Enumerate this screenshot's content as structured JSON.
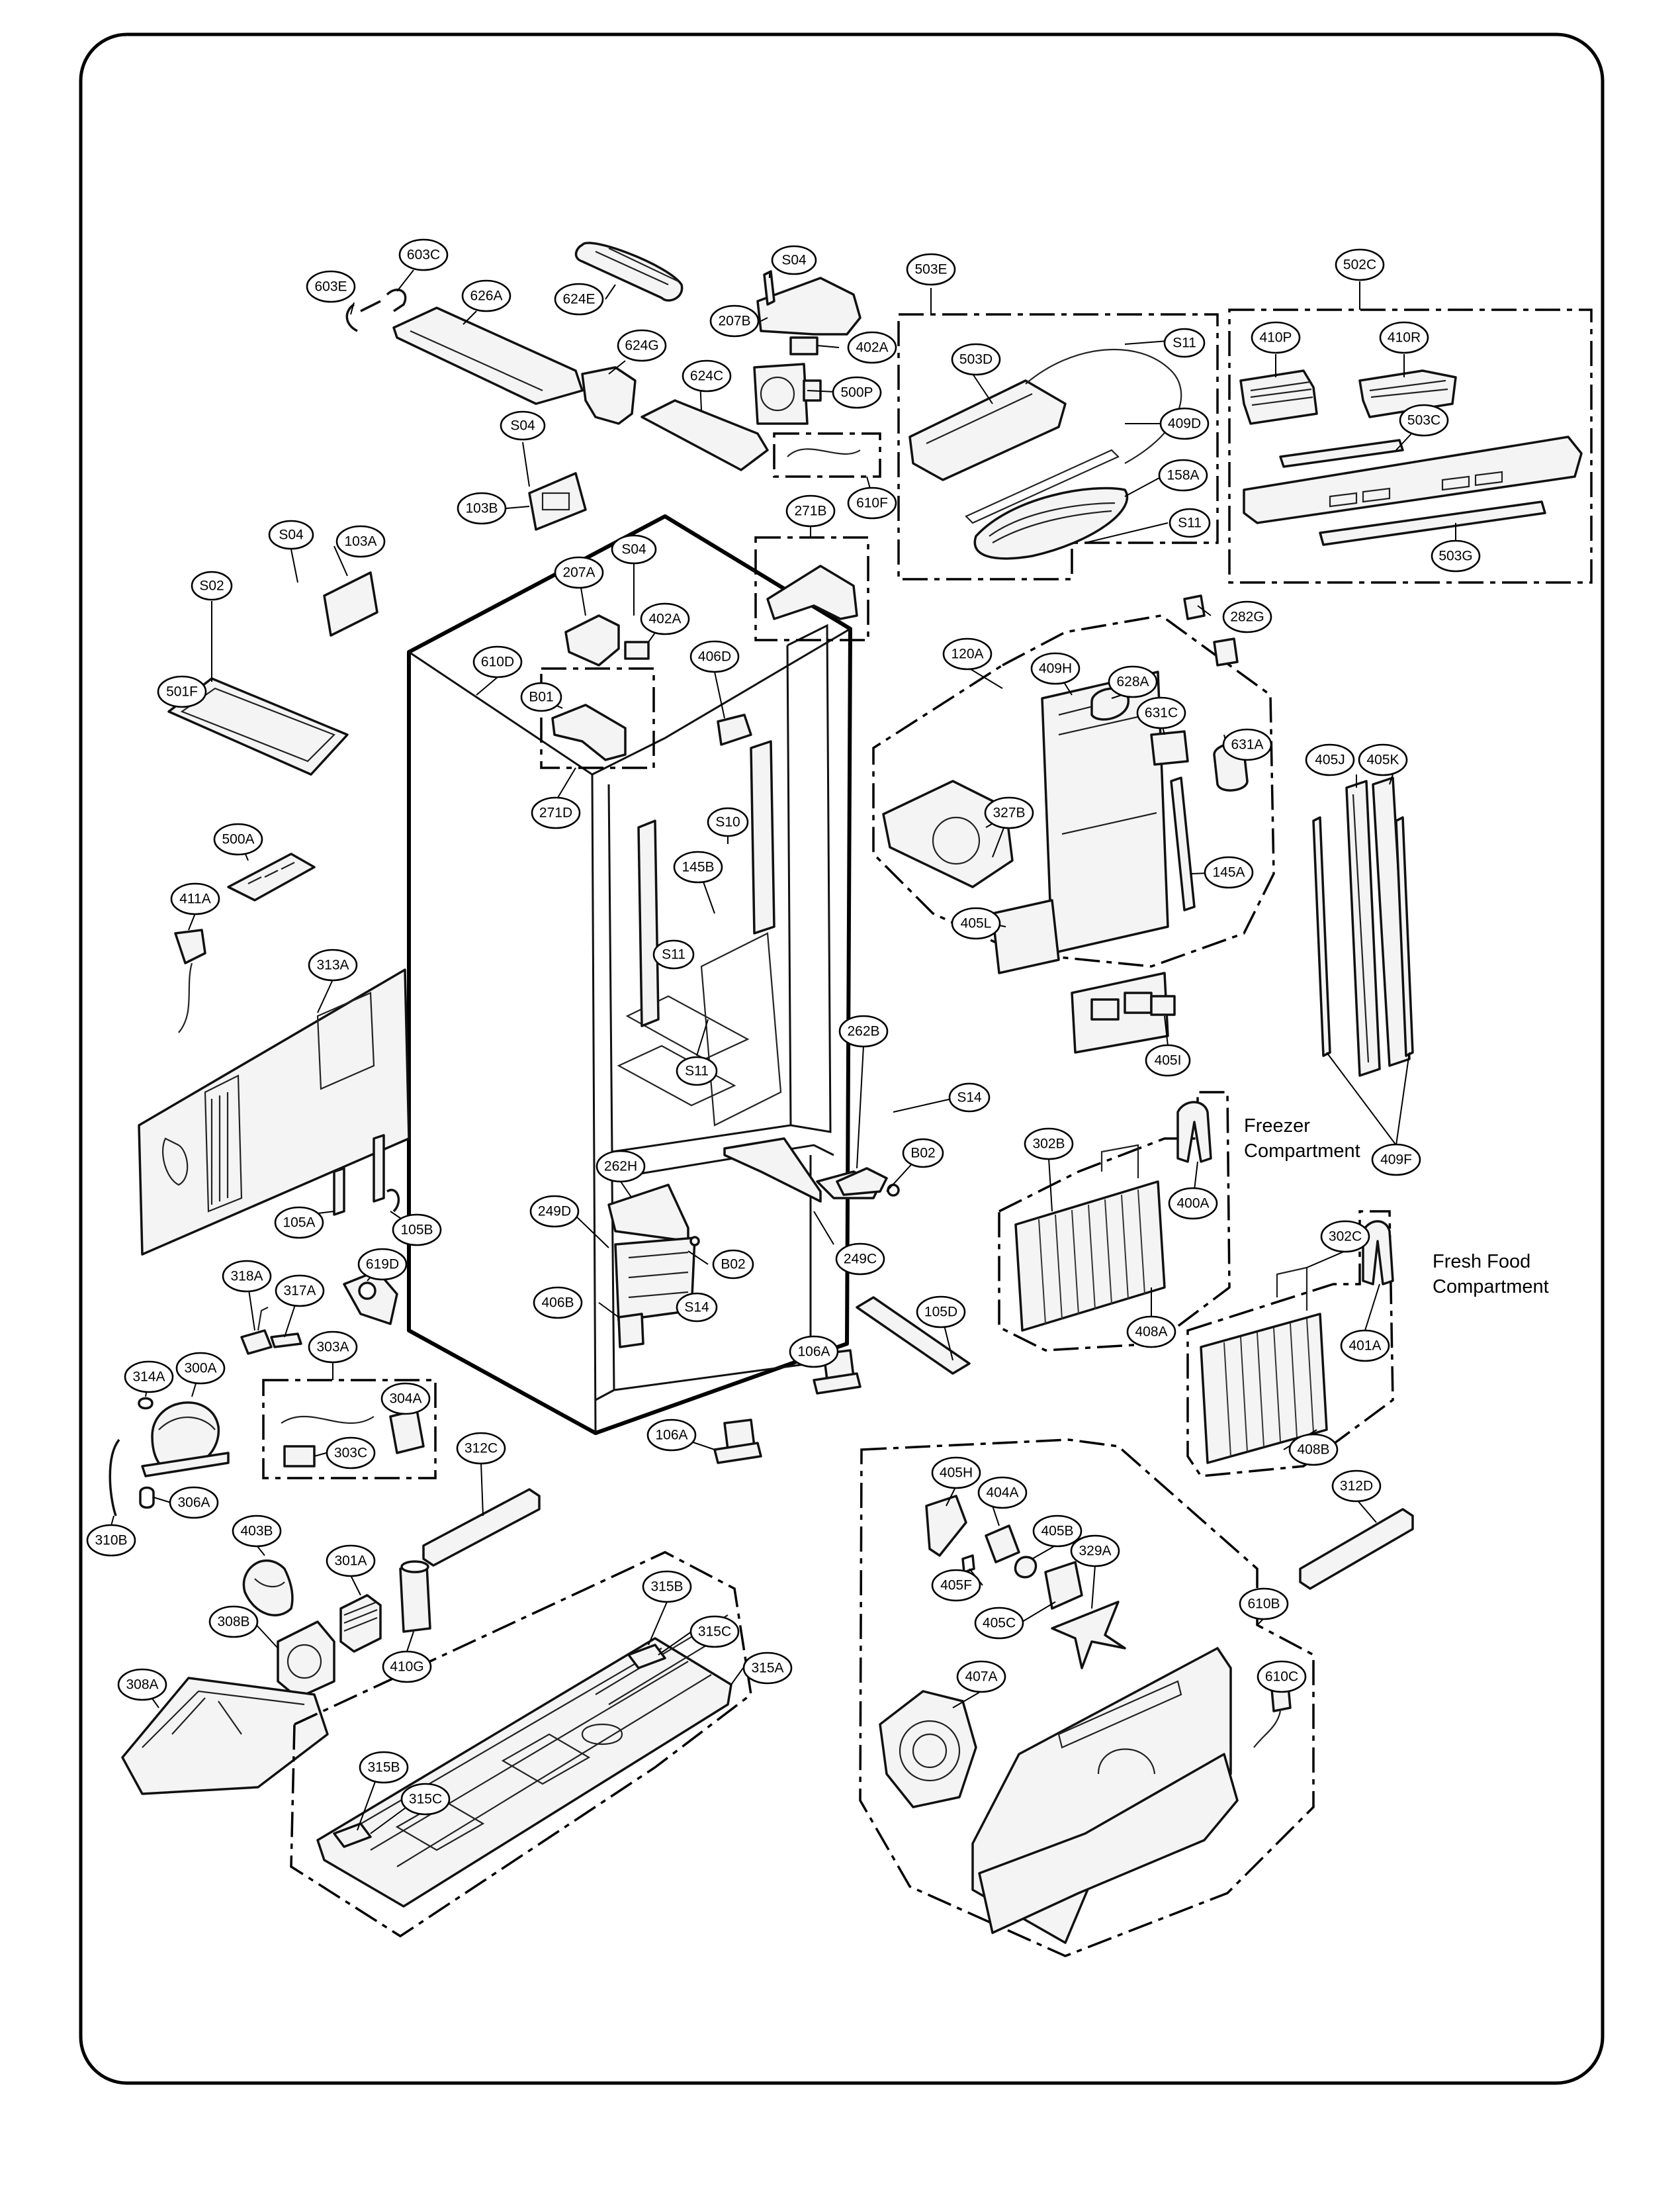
{
  "captions": {
    "freezer_line1": "Freezer",
    "freezer_line2": "Compartment",
    "freshfood_line1": "Fresh Food",
    "freshfood_line2": "Compartment"
  },
  "callouts": {
    "c603E": "603E",
    "c603C": "603C",
    "c626A": "626A",
    "c624E": "624E",
    "c624G": "624G",
    "c624C": "624C",
    "c207B": "207B",
    "cS04a": "S04",
    "c402Aa": "402A",
    "c500P": "500P",
    "c610F": "610F",
    "c503E": "503E",
    "c503D": "503D",
    "cS11a": "S11",
    "c409D": "409D",
    "c158A": "158A",
    "cS11b": "S11",
    "c502C": "502C",
    "c410P": "410P",
    "c410R": "410R",
    "c503C": "503C",
    "c503G": "503G",
    "cS04b": "S04",
    "c103B": "103B",
    "cS04c": "S04",
    "c103A": "103A",
    "cS04d": "S04",
    "c207A": "207A",
    "c271B": "271B",
    "c402Ab": "402A",
    "cS02": "S02",
    "c501F": "501F",
    "c610D": "610D",
    "cB01": "B01",
    "c406D": "406D",
    "c271D": "271D",
    "c282G": "282G",
    "c120A": "120A",
    "c409H": "409H",
    "c628A": "628A",
    "c631C": "631C",
    "c631A": "631A",
    "c327B": "327B",
    "c405L": "405L",
    "c145A": "145A",
    "c405I": "405I",
    "c405J": "405J",
    "c405K": "405K",
    "c409F": "409F",
    "cS10": "S10",
    "c145B": "145B",
    "c500A": "500A",
    "c411A": "411A",
    "cS11c": "S11",
    "cS11d": "S11",
    "c313A": "313A",
    "c262B": "262B",
    "cS14a": "S14",
    "cB02a": "B02",
    "c302B": "302B",
    "c400A": "400A",
    "c262H": "262H",
    "c249D": "249D",
    "cB02b": "B02",
    "c249C": "249C",
    "c105A": "105A",
    "c105B": "105B",
    "c408A": "408A",
    "c302C": "302C",
    "c401A": "401A",
    "c318A": "318A",
    "c317A": "317A",
    "c619D": "619D",
    "cS14b": "S14",
    "c406B": "406B",
    "c105D": "105D",
    "c106Aa": "106A",
    "c408B": "408B",
    "c303A": "303A",
    "c314A": "314A",
    "c300A": "300A",
    "c304A": "304A",
    "c303C": "303C",
    "c106Ab": "106A",
    "c312C": "312C",
    "c306A": "306A",
    "c310B": "310B",
    "c405H": "405H",
    "c404A": "404A",
    "c405B": "405B",
    "c329A": "329A",
    "c405F": "405F",
    "c405C": "405C",
    "c312D": "312D",
    "c403B": "403B",
    "c301A": "301A",
    "c315B": "315B",
    "c315C": "315C",
    "c308B": "308B",
    "c410G": "410G",
    "c315A": "315A",
    "c308A": "308A",
    "c610B": "610B",
    "c407A": "407A",
    "c610C": "610C",
    "c315Bb": "315B",
    "c315Cb": "315C"
  }
}
